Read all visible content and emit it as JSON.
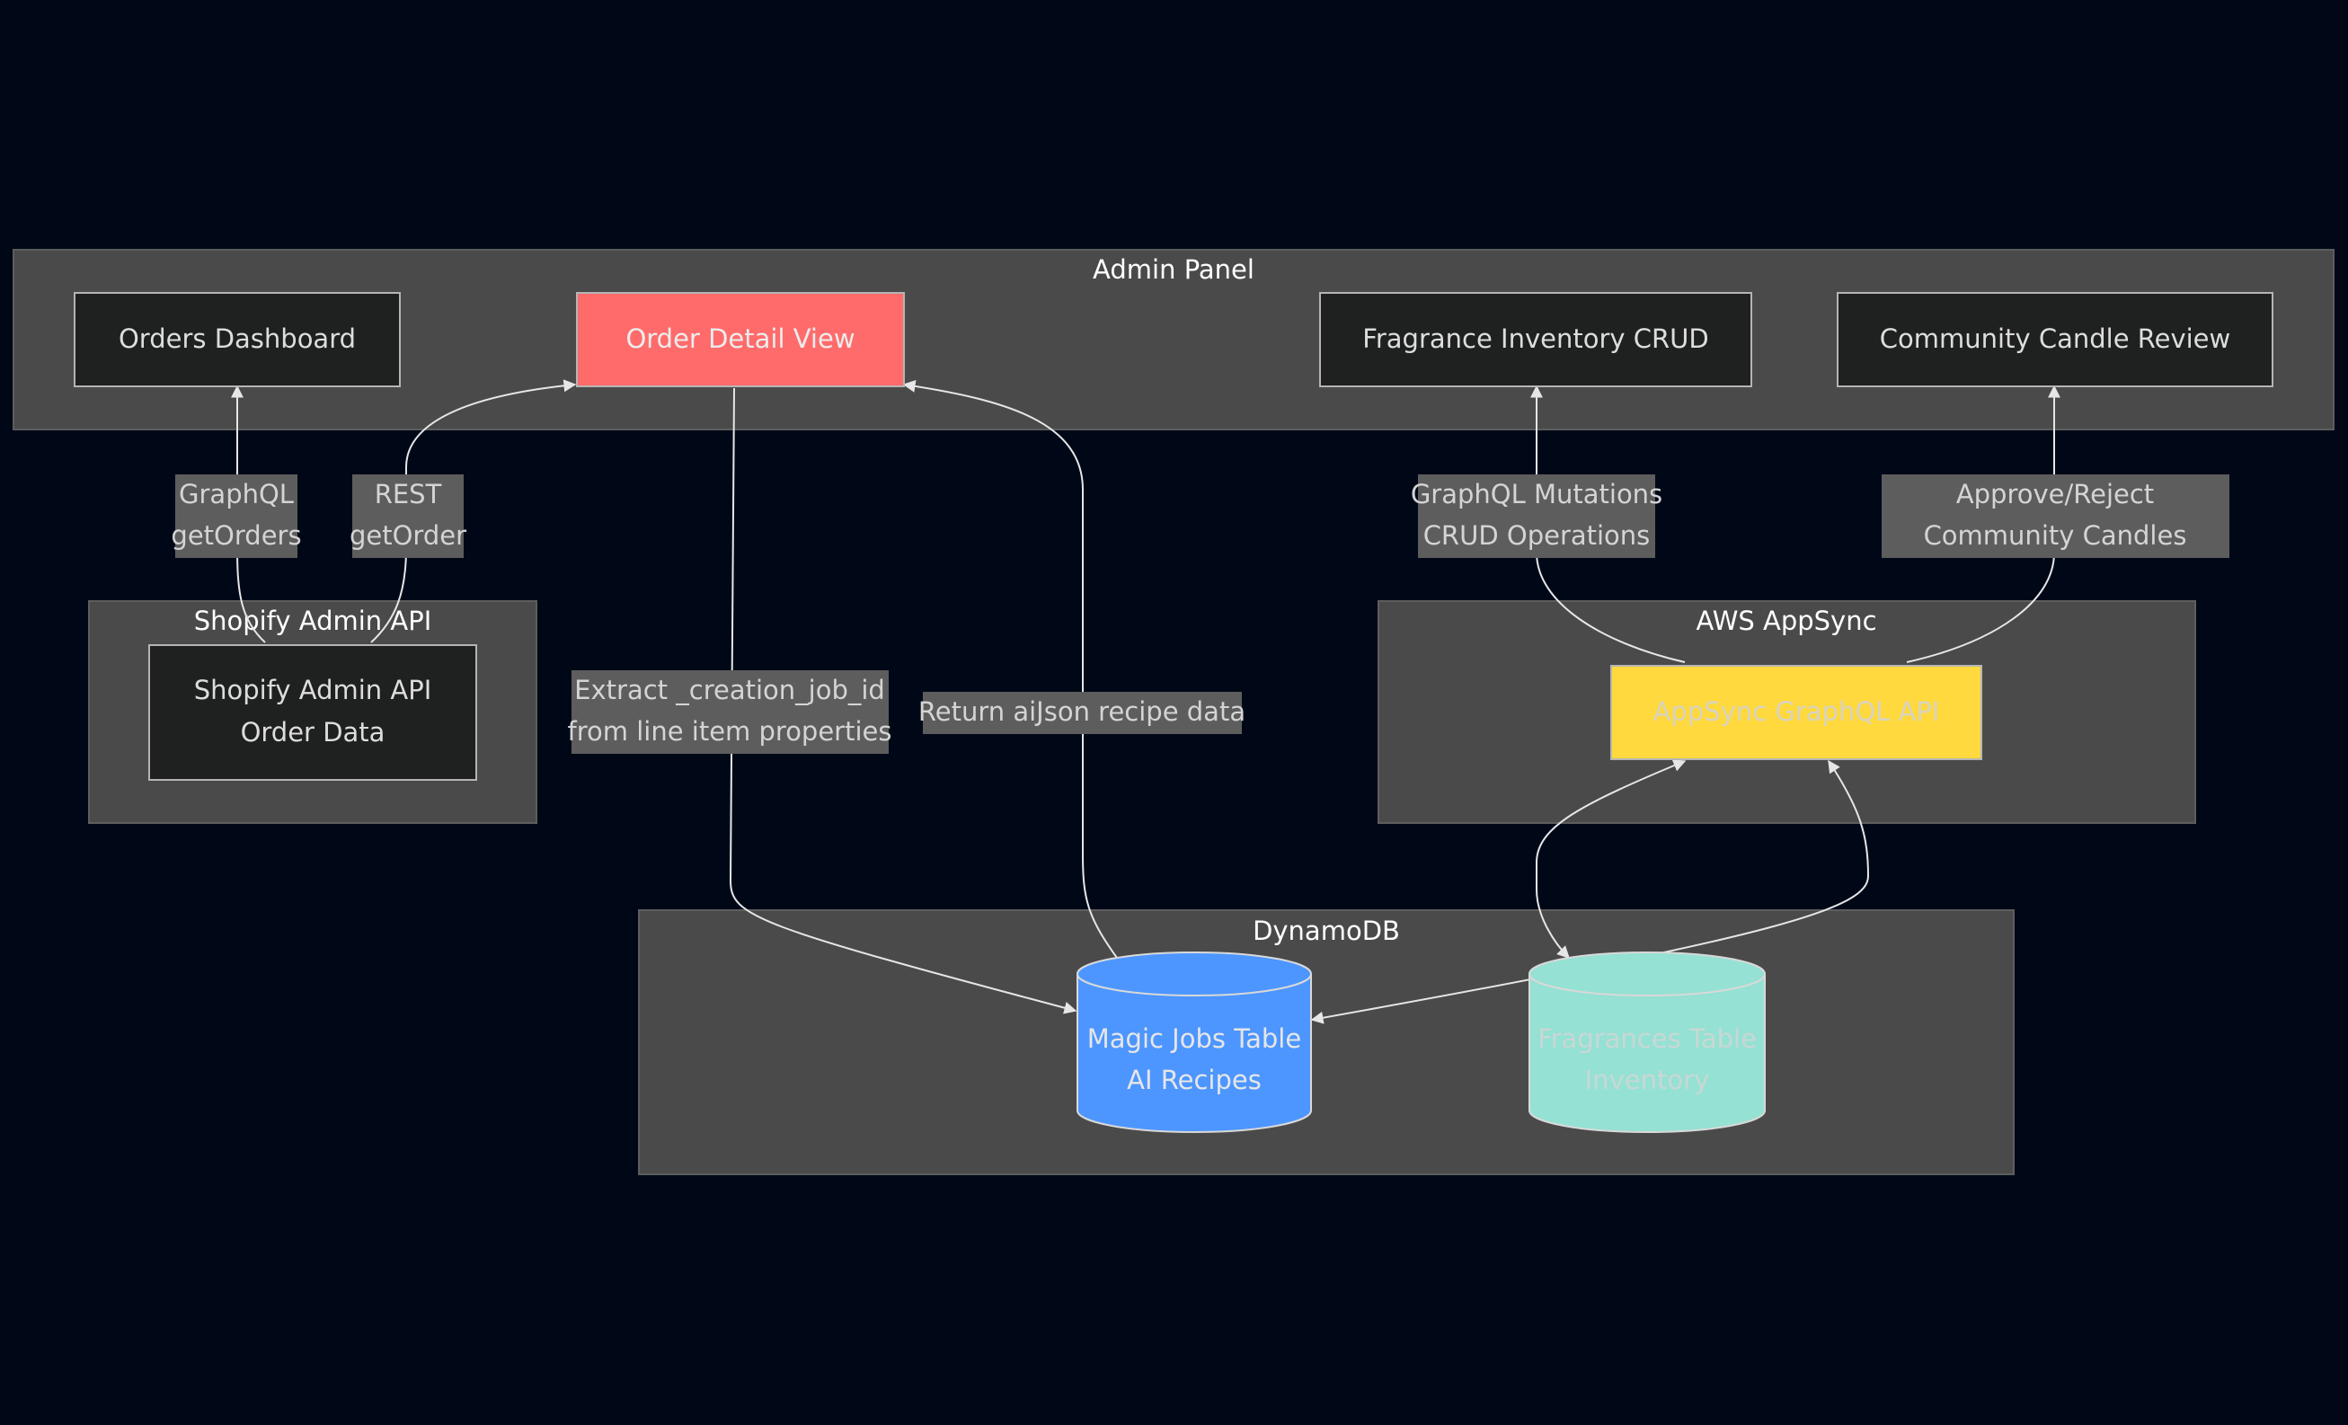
{
  "clusters": {
    "admin_panel": "Admin Panel",
    "shopify_admin_api": "Shopify Admin API",
    "aws_appsync": "AWS AppSync",
    "dynamodb": "DynamoDB"
  },
  "nodes": {
    "orders_dashboard": {
      "lines": [
        "Orders Dashboard"
      ],
      "fill": "#1f2020",
      "text": "#dddddd"
    },
    "order_detail_view": {
      "lines": [
        "Order Detail View"
      ],
      "fill": "#ff6b6b",
      "text": "#ececec"
    },
    "fragrance_inventory": {
      "lines": [
        "Fragrance Inventory CRUD"
      ],
      "fill": "#1f2020",
      "text": "#dddddd"
    },
    "community_review": {
      "lines": [
        "Community Candle Review"
      ],
      "fill": "#1f2020",
      "text": "#dddddd"
    },
    "shopify_order_data": {
      "lines": [
        "Shopify Admin API",
        "Order Data"
      ],
      "fill": "#1f2020",
      "text": "#dddddd"
    },
    "appsync_api": {
      "lines": [
        "AppSync GraphQL API"
      ],
      "fill": "#ffd93d",
      "text": "#d8d3c0"
    },
    "magic_jobs_table": {
      "lines": [
        "Magic Jobs Table",
        "AI Recipes"
      ],
      "fill": "#4d96ff",
      "text": "#e6e6e6"
    },
    "fragrances_table": {
      "lines": [
        "Fragrances Table",
        "Inventory"
      ],
      "fill": "#95e1d3",
      "text": "#c8d8d4"
    }
  },
  "edge_labels": {
    "graphql_get_orders": [
      "GraphQL",
      "getOrders"
    ],
    "rest_get_order": [
      "REST",
      "getOrder"
    ],
    "graphql_mutations": [
      "GraphQL Mutations",
      "CRUD Operations"
    ],
    "approve_reject": [
      "Approve/Reject",
      "Community Candles"
    ],
    "extract_job_id": [
      "Extract _creation_job_id",
      "from line item properties"
    ],
    "return_ai_json": [
      "Return aiJson recipe data"
    ]
  }
}
